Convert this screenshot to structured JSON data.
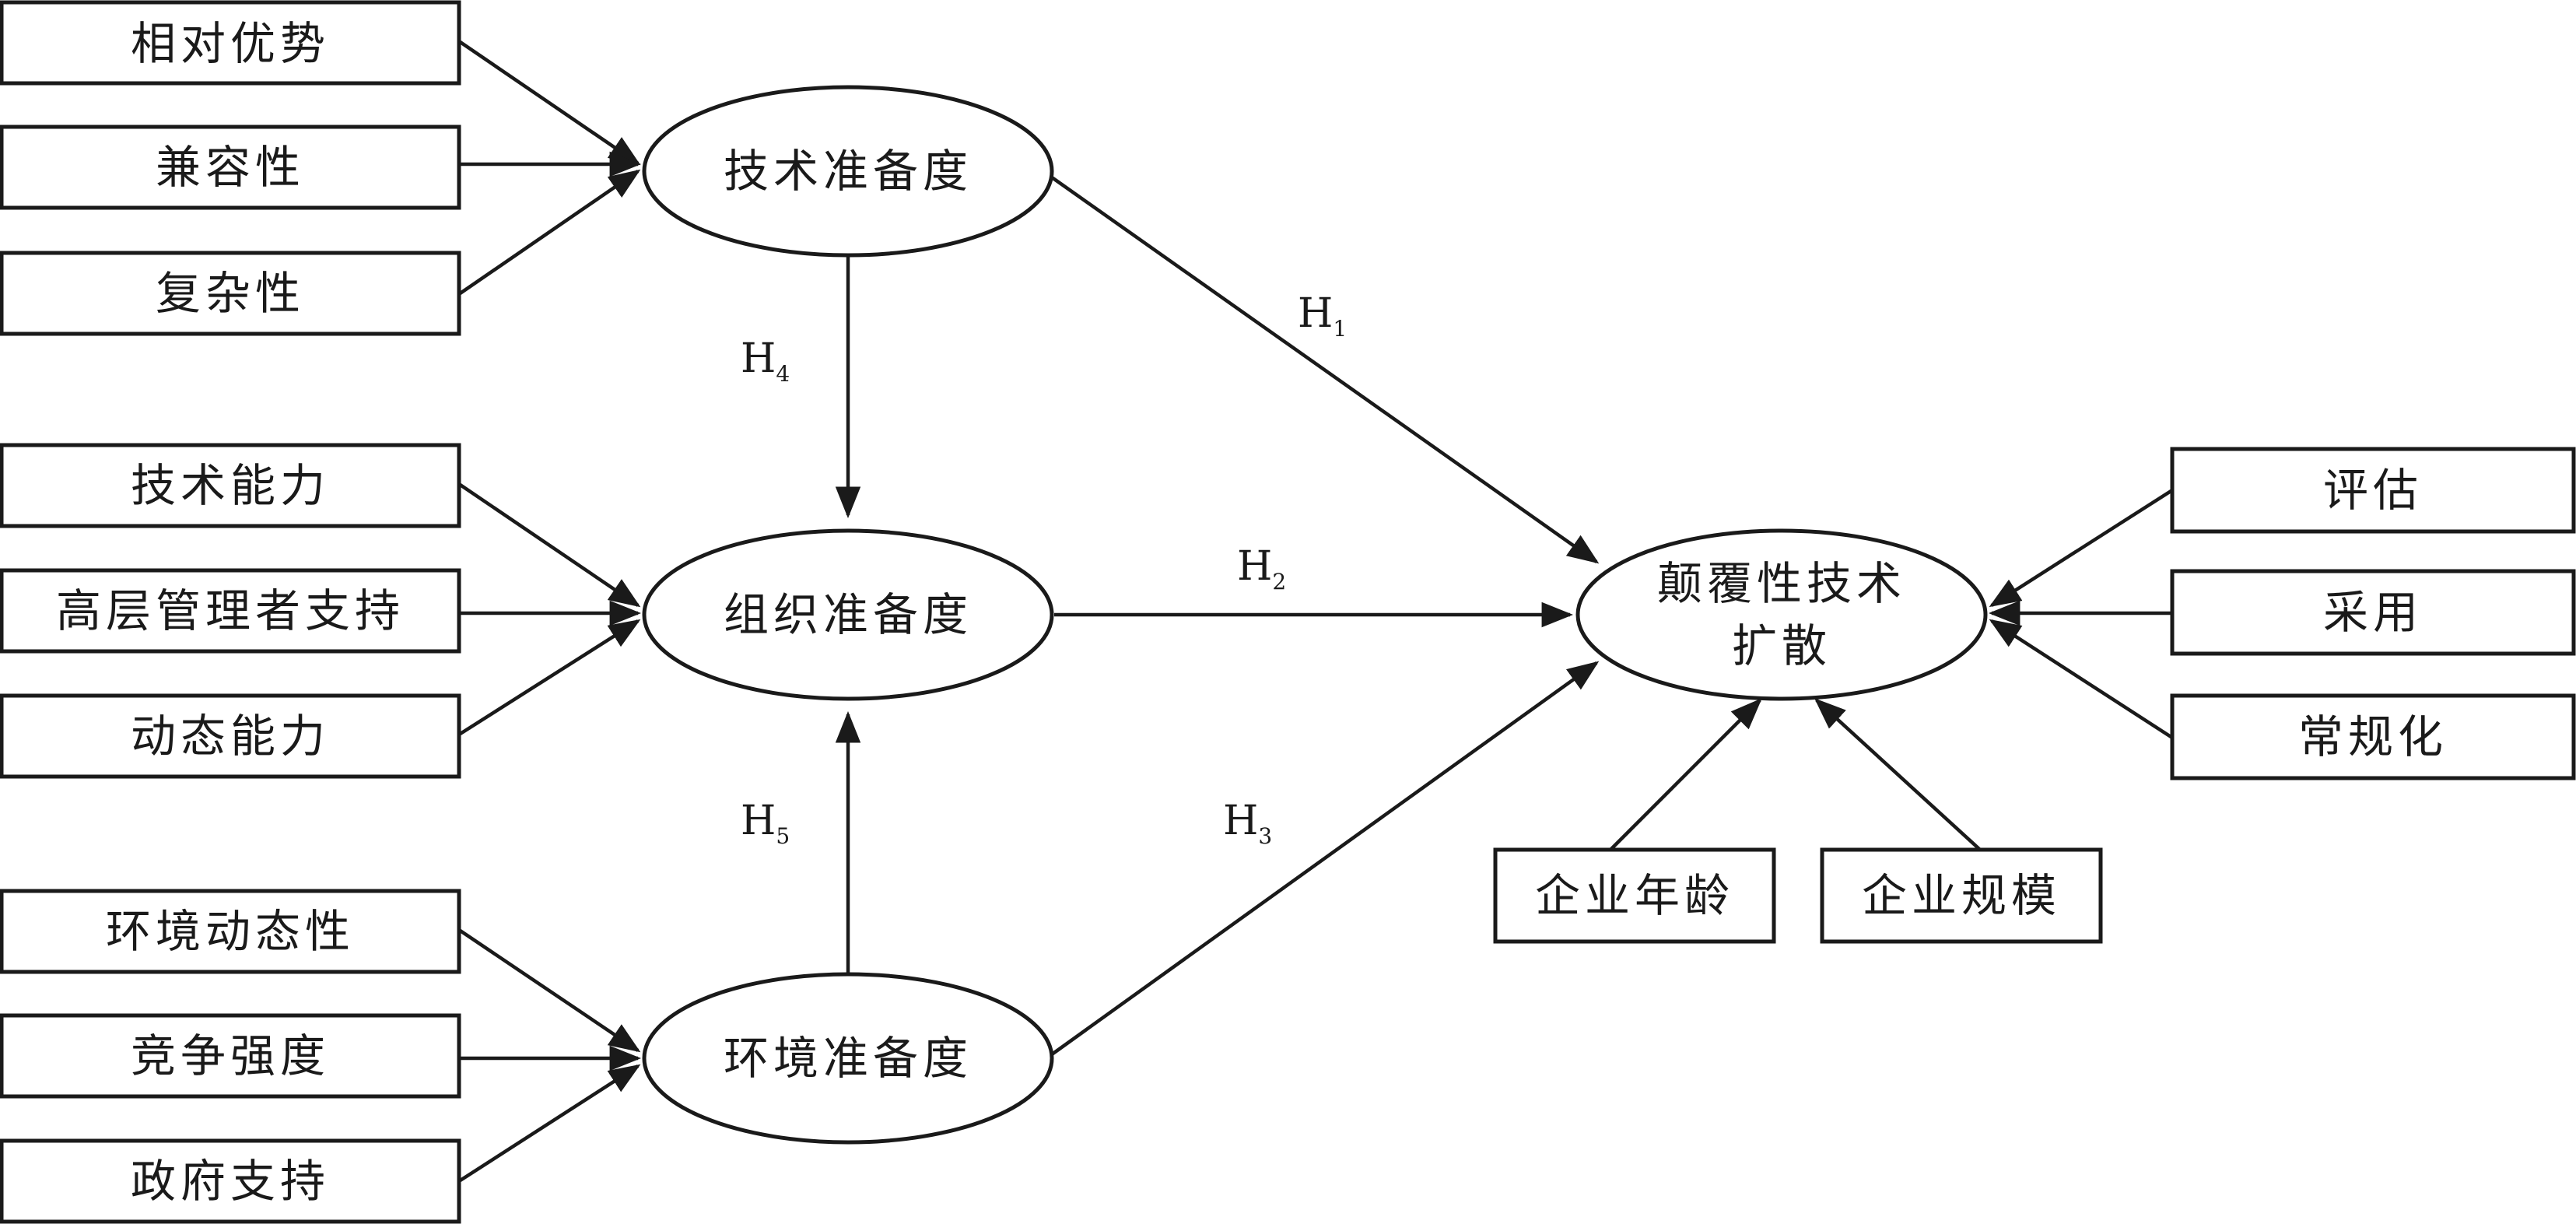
{
  "indicators_technology": [
    "相对优势",
    "兼容性",
    "复杂性"
  ],
  "indicators_organization": [
    "技术能力",
    "高层管理者支持",
    "动态能力"
  ],
  "indicators_environment": [
    "环境动态性",
    "竞争强度",
    "政府支持"
  ],
  "constructs": {
    "technology": "技术准备度",
    "organization": "组织准备度",
    "environment": "环境准备度",
    "outcome_line1": "颠覆性技术",
    "outcome_line2": "扩散"
  },
  "outcome_indicators": [
    "评估",
    "采用",
    "常规化"
  ],
  "controls": [
    "企业年龄",
    "企业规模"
  ],
  "hypotheses": {
    "h1": {
      "main": "H",
      "sub": "1"
    },
    "h2": {
      "main": "H",
      "sub": "2"
    },
    "h3": {
      "main": "H",
      "sub": "3"
    },
    "h4": {
      "main": "H",
      "sub": "4"
    },
    "h5": {
      "main": "H",
      "sub": "5"
    }
  },
  "colors": {
    "stroke": "#1a1a1a",
    "background": "#ffffff"
  }
}
